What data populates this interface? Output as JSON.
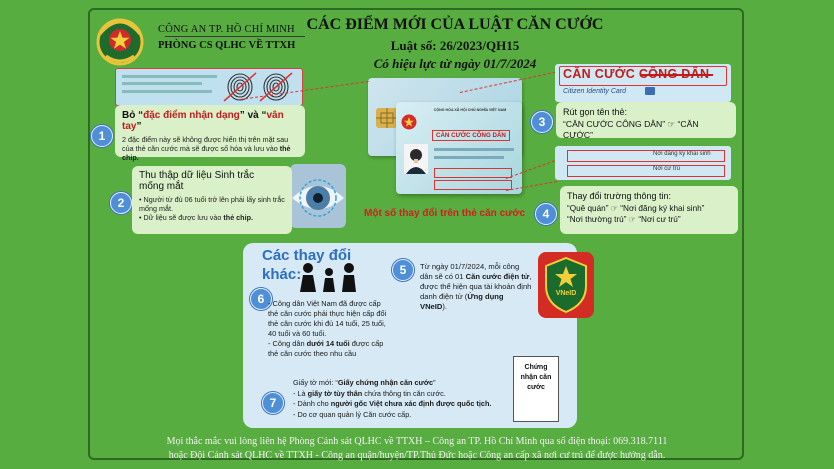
{
  "header": {
    "agency_line1": "CÔNG AN TP. HỒ CHÍ MINH",
    "agency_line2": "PHÒNG CS QLHC VỀ TTXH",
    "title": "CÁC ĐIỂM MỚI CỦA LUẬT CĂN CƯỚC",
    "law_number": "Luật số: 26/2023/QH15",
    "effective": "Có hiệu lực từ ngày 01/7/2024"
  },
  "cards": {
    "banner_title": "CĂN CƯỚC CÔNG DÂN",
    "banner_sub": "Citizen Identity Card",
    "front_title": "CĂN CƯỚC CÔNG DÂN",
    "front_nation": "CỘNG HÒA XÃ HỘI CHỦ NGHĨA VIỆT NAM",
    "right_field1": "Nơi đăng ký khai sinh",
    "right_field2": "Nơi cư trú",
    "caption": "Một số thay đổi trên thẻ căn cước"
  },
  "items": [
    {
      "num": "1",
      "title_a": "Bỏ “",
      "title_b": "đặc điểm nhận dạng",
      "title_c": "” và “",
      "title_d": "vân tay",
      "title_e": "”",
      "body": "2 đặc điểm này sẽ không được hiển thị trên mặt sau của thẻ căn cước mà sẽ được số hóa và lưu vào",
      "body_bold": "thẻ chip."
    },
    {
      "num": "2",
      "title": "Thu thập dữ liệu Sinh trắc mống mắt",
      "b1": "Người từ đủ 06 tuổi trở lên phải lấy sinh trắc mống mắt.",
      "b2": "Dữ liệu sẽ được lưu vào",
      "b2_bold": "thẻ chip."
    },
    {
      "num": "3",
      "title": "Rút gọn tên thẻ:",
      "body": "“CĂN CƯỚC CÔNG DÂN” ☞ “CĂN CƯỚC”"
    },
    {
      "num": "4",
      "title": "Thay đổi trường thông tin:",
      "line1": "“Quê quán” ☞ “Nơi đăng ký khai sinh”",
      "line2": "“Nơi thường trú” ☞ “Nơi cư trú”"
    },
    {
      "num": "5",
      "t1": "Từ ngày 01/7/2024, mỗi công dân sẽ có 01",
      "t1_bold": "Căn cước điện tử",
      "t2": ", được thể hiện qua tài khoản định danh điện tử (",
      "t2_bold": "Ứng dụng VNeID",
      "t3": ")."
    },
    {
      "num": "6",
      "p1": "Công dân Việt Nam đã được cấp thẻ căn cước phải thực hiện cấp đổi thẻ căn cước khi đủ 14 tuổi, 25 tuổi, 40 tuổi và 60 tuổi.",
      "p2a": "Công dân",
      "p2b": "dưới 14 tuổi",
      "p2c": "được cấp thẻ căn cước theo nhu cầu"
    },
    {
      "num": "7",
      "lead_a": "Giấy tờ mới: “",
      "lead_b": "Giấy chứng nhận căn cước",
      "lead_c": "”",
      "l1a": "- Là",
      "l1b": "giấy tờ tùy thân",
      "l1c": "chứa thông tin căn cước.",
      "l2a": "- Dành cho",
      "l2b": "người gốc Việt chưa xác định được quốc tịch.",
      "l3": "- Do cơ quan quản lý Căn cước cấp."
    }
  ],
  "other_changes": {
    "line1": "Các thay đổi",
    "line2": "khác:"
  },
  "vneid_label": "VNeID",
  "certificate": "Chứng nhận căn cước",
  "footer": {
    "line1": "Mọi thắc mắc vui lòng liên hệ Phòng Cảnh sát QLHC về TTXH – Công an TP. Hồ Chí Minh qua số điện thoại: 069.318.7111",
    "line2": "hoặc Đội Cảnh sát QLHC về TTXH - Công an quận/huyện/TP.Thủ Đức hoặc Công an cấp xã nơi cư trú để được hướng dẫn."
  },
  "colors": {
    "background": "#57ad3f",
    "accent_blue": "#4f8fd8",
    "red": "#d33"
  }
}
